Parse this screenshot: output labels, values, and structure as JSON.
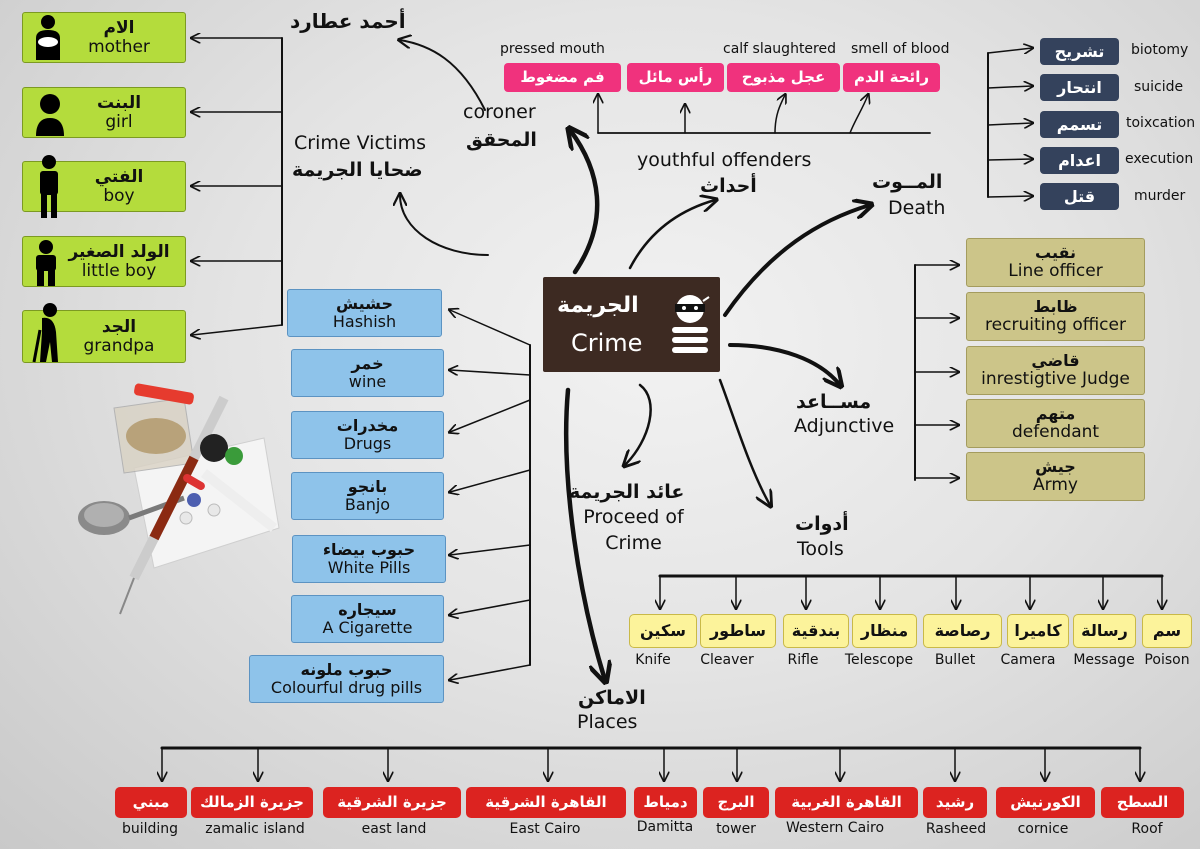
{
  "center": {
    "arabic": "الجريمة",
    "english": "Crime",
    "icon": "thief-mask-icon"
  },
  "victims": {
    "title_en": "Crime Victims",
    "title_ar": "ضحايا الجريمة",
    "items": [
      {
        "ar": "الام",
        "en": "mother",
        "icon": "mother-baby-icon"
      },
      {
        "ar": "البنت",
        "en": "girl",
        "icon": "girl-icon"
      },
      {
        "ar": "الفتي",
        "en": "boy",
        "icon": "boy-icon"
      },
      {
        "ar": "الولد الصغير",
        "en": "little boy",
        "icon": "little-boy-icon"
      },
      {
        "ar": "الجد",
        "en": "grandpa",
        "icon": "grandpa-icon"
      }
    ]
  },
  "coroner": {
    "en": "coroner",
    "ar": "المحقق",
    "name": "أحمد عطارد"
  },
  "youthful": {
    "en": "youthful offenders",
    "ar": "أحداث"
  },
  "evidence": [
    {
      "ar": "فم مضغوط",
      "en": "pressed mouth"
    },
    {
      "ar": "رأس مائل",
      "en": ""
    },
    {
      "ar": "عجل مذبوح",
      "en": "calf slaughtered"
    },
    {
      "ar": "رائحة الدم",
      "en": "smell of blood"
    }
  ],
  "death": {
    "ar": "المــوت",
    "en": "Death",
    "items": [
      {
        "ar": "تشريح",
        "en": "biotomy"
      },
      {
        "ar": "انتحار",
        "en": "suicide"
      },
      {
        "ar": "تسمم",
        "en": "toixcation"
      },
      {
        "ar": "اعدام",
        "en": "execution"
      },
      {
        "ar": "قتل",
        "en": "murder"
      }
    ]
  },
  "adjunctive": {
    "ar": "مســاعد",
    "en": "Adjunctive",
    "items": [
      {
        "ar": "نقيب",
        "en": "Line officer"
      },
      {
        "ar": "ظابط",
        "en": "recruiting officer"
      },
      {
        "ar": "قاضي",
        "en": "inrestigtive Judge"
      },
      {
        "ar": "متهم",
        "en": "defendant"
      },
      {
        "ar": "جيش",
        "en": "Army"
      }
    ]
  },
  "drugs": [
    {
      "ar": "حشيش",
      "en": "Hashish"
    },
    {
      "ar": "خمر",
      "en": "wine"
    },
    {
      "ar": "مخدرات",
      "en": "Drugs"
    },
    {
      "ar": "بانجو",
      "en": "Banjo"
    },
    {
      "ar": "حبوب بيضاء",
      "en": "White Pills"
    },
    {
      "ar": "سيجاره",
      "en": "A Cigarette"
    },
    {
      "ar": "حبوب ملونه",
      "en": "Colourful drug pills"
    }
  ],
  "proceed": {
    "ar": "عائد الجريمة",
    "en": "Proceed of Crime"
  },
  "tools": {
    "ar": "أدوات",
    "en": "Tools",
    "items": [
      {
        "ar": "سكين",
        "en": "Knife"
      },
      {
        "ar": "ساطور",
        "en": "Cleaver"
      },
      {
        "ar": "بندقية",
        "en": "Rifle"
      },
      {
        "ar": "منظار",
        "en": "Telescope"
      },
      {
        "ar": "رصاصة",
        "en": "Bullet"
      },
      {
        "ar": "كاميرا",
        "en": "Camera"
      },
      {
        "ar": "رسالة",
        "en": "Message"
      },
      {
        "ar": "سم",
        "en": "Poison"
      }
    ]
  },
  "places": {
    "ar": "الاماكن",
    "en": "Places",
    "items": [
      {
        "ar": "مبني",
        "en": "building"
      },
      {
        "ar": "جزيرة الزمالك",
        "en": "zamalic island"
      },
      {
        "ar": "جزيرة الشرقية",
        "en": "east land"
      },
      {
        "ar": "القاهرة الشرقية",
        "en": "East Cairo"
      },
      {
        "ar": "دمياط",
        "en": "Damitta"
      },
      {
        "ar": "البرج",
        "en": "tower"
      },
      {
        "ar": "القاهرة الغربية",
        "en": "Western Cairo"
      },
      {
        "ar": "رشيد",
        "en": "Rasheed"
      },
      {
        "ar": "الكورنيش",
        "en": "cornice"
      },
      {
        "ar": "السطح",
        "en": "Roof"
      }
    ]
  },
  "colors": {
    "green": "#b4dc3c",
    "blue": "#8ec3ea",
    "khaki": "#ccc589",
    "pink": "#f0327d",
    "navy": "#34425c",
    "yellow": "#fcf39b",
    "red": "#dc2320",
    "center": "#3d2a22"
  },
  "illustration": "drugs-syringe-pills-illustration"
}
